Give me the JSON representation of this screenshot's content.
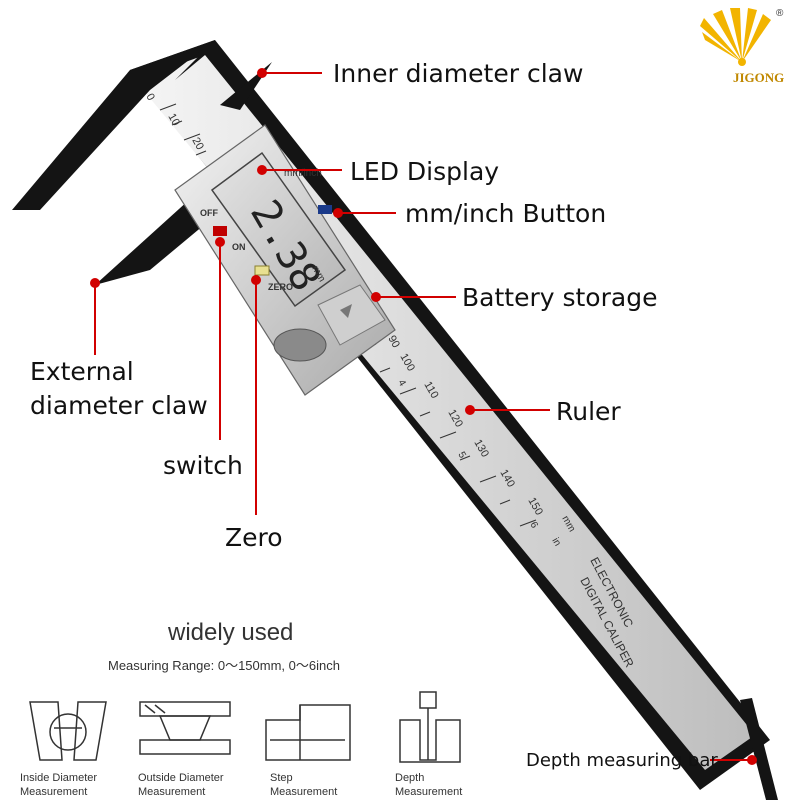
{
  "brand": {
    "name": "JIGONG",
    "registered": "®"
  },
  "callouts": {
    "inner_claw": "Inner diameter claw",
    "led_display": "LED Display",
    "mm_inch_button": "mm/inch Button",
    "battery": "Battery storage",
    "external_claw_line1": "External",
    "external_claw_line2": "diameter claw",
    "ruler": "Ruler",
    "switch": "switch",
    "zero": "Zero",
    "depth_bar": "Depth measuring bar"
  },
  "display": {
    "reading": "2.38",
    "unit": "mm",
    "mode_label": "mm/inch"
  },
  "buttons": {
    "off": "OFF",
    "on": "ON",
    "zero": "ZERO"
  },
  "caliper_text": {
    "line1": "ELECTRONIC",
    "line2": "DIGITAL CALIPER",
    "mm": "mm",
    "in": "in"
  },
  "scale_top": [
    "0",
    "10",
    "20"
  ],
  "scale_body": [
    "90",
    "100",
    "110",
    "120",
    "130",
    "140",
    "150"
  ],
  "inch_marks": [
    "4",
    "5",
    "6"
  ],
  "usage": {
    "title": "widely used",
    "range": "Measuring Range: 0～150mm, 0～6inch",
    "items": [
      {
        "line1": "Inside Diameter",
        "line2": "Measurement",
        "icon": "inside-diameter-icon"
      },
      {
        "line1": "Outside Diameter",
        "line2": "Measurement",
        "icon": "outside-diameter-icon"
      },
      {
        "line1": "Step",
        "line2": "Measurement",
        "icon": "step-icon"
      },
      {
        "line1": "Depth",
        "line2": "Measurement",
        "icon": "depth-icon"
      }
    ]
  },
  "colors": {
    "accent": "#d10000",
    "body": "#1a1a1a",
    "ruler": "#e6e6e6",
    "lcd": "#c8c8c8",
    "logo": "#f2b400"
  }
}
